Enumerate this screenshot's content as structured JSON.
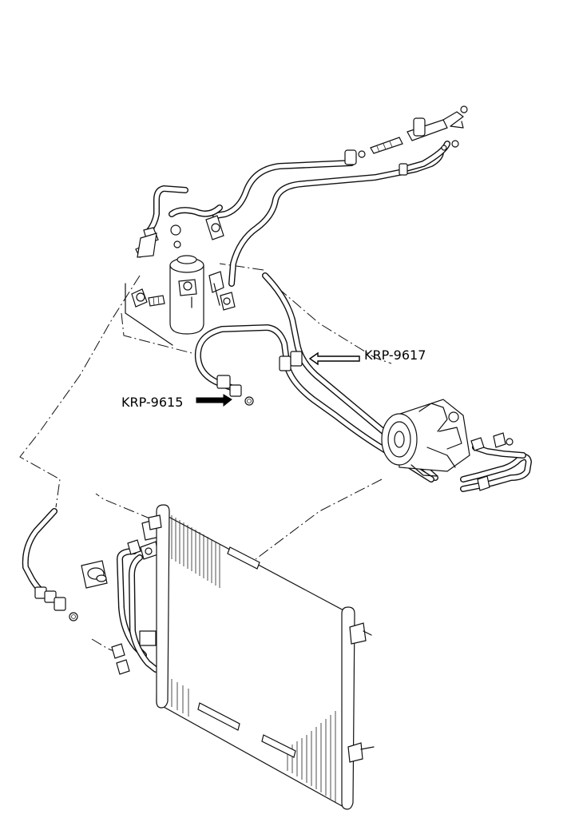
{
  "diagram": {
    "callouts": [
      {
        "id": "krp-9617",
        "label": "KRP-9617"
      },
      {
        "id": "krp-9615",
        "label": "KRP-9615"
      }
    ],
    "colors": {
      "line": "#111111",
      "background": "#ffffff"
    },
    "icons": [
      "receiver-drier",
      "compressor",
      "condenser",
      "pressure-switch",
      "o-ring",
      "hose-fitting"
    ]
  }
}
